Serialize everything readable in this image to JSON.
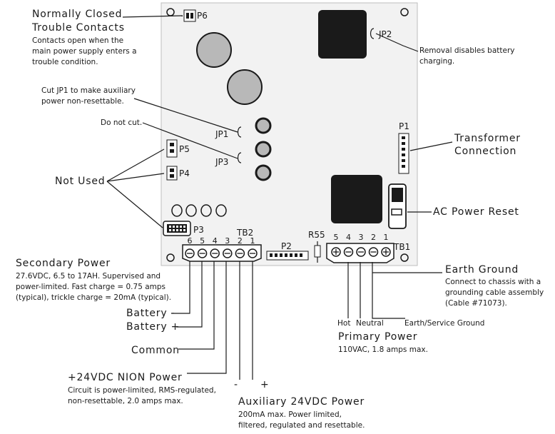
{
  "labels": {
    "nc_title_1": "Normally Closed",
    "nc_title_2": "Trouble Contacts",
    "nc_desc_1": "Contacts open when the",
    "nc_desc_2": "main power supply enters a",
    "nc_desc_3": "trouble condition.",
    "jp1_note_1": "Cut JP1 to make auxiliary",
    "jp1_note_2": "power non-resettable.",
    "jp3_note": "Do not cut.",
    "not_used": "Not Used",
    "jp2_note_1": "Removal disables battery",
    "jp2_note_2": "charging.",
    "transformer_1": "Transformer",
    "transformer_2": "Connection",
    "ac_reset": "AC Power Reset",
    "secondary_title": "Secondary Power",
    "secondary_desc_1": "27.6VDC, 6.5 to 17AH.  Supervised and",
    "secondary_desc_2": "power-limited. Fast charge = 0.75 amps",
    "secondary_desc_3": "(typical), trickle charge = 20mA (typical).",
    "battery_minus": "Battery  -",
    "battery_plus": "Battery  +",
    "common": "Common",
    "nion_title": "+24VDC NION Power",
    "nion_desc_1": "Circuit is power-limited, RMS-regulated,",
    "nion_desc_2": "non-resettable, 2.0 amps max.",
    "aux_minus": "-",
    "aux_plus": "+",
    "aux_title": "Auxiliary 24VDC Power",
    "aux_desc_1": "200mA max.  Power limited,",
    "aux_desc_2": "filtered, regulated and resettable.",
    "earth_title": "Earth Ground",
    "earth_desc_1": "Connect to chassis with a",
    "earth_desc_2": "grounding cable assembly",
    "earth_desc_3": "(Cable #71073).",
    "hot": "Hot",
    "neutral": "Neutral",
    "earth_service": "Earth/Service Ground",
    "primary_title": "Primary Power",
    "primary_desc": "110VAC, 1.8 amps max."
  },
  "board_labels": {
    "p6": "P6",
    "jp2": "JP2",
    "p1": "P1",
    "jp1": "JP1",
    "jp3": "JP3",
    "p5": "P5",
    "p4": "P4",
    "p3": "P3",
    "tb2": "TB2",
    "p2": "P2",
    "r55": "R55",
    "tb1": "TB1"
  },
  "tb2_pins": [
    "6",
    "5",
    "4",
    "3",
    "2",
    "1"
  ],
  "tb1_pins": [
    "5",
    "4",
    "3",
    "2",
    "1"
  ]
}
